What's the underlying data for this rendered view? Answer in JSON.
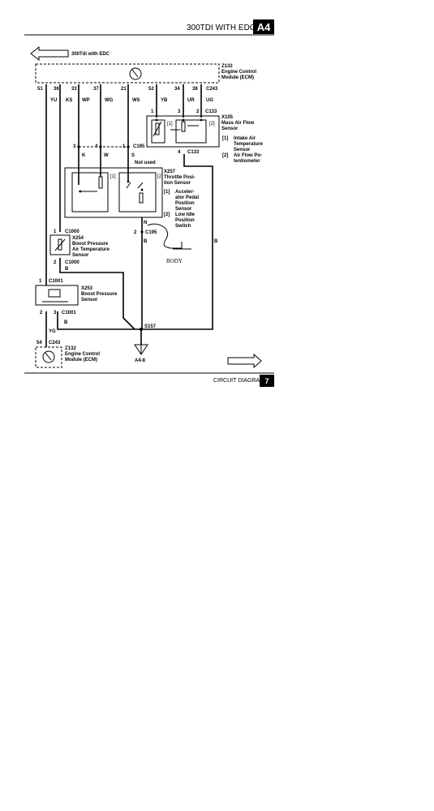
{
  "header": {
    "title": "300TDI WITH EDC",
    "section_badge": "A4"
  },
  "footer": {
    "label": "CIRCUIT DIAGRAM",
    "page_number": "7"
  },
  "top_arrow_label": "300Tdi with EDC",
  "ecm_top": {
    "id": "Z132",
    "name_line1": "Engine Control",
    "name_line2": "Module (ECM)",
    "connector": "C243",
    "pins": [
      "51",
      "36",
      "33",
      "37",
      "21",
      "52",
      "34",
      "38"
    ],
    "wires": [
      "YU",
      "KS",
      "WP",
      "WG",
      "WS",
      "YB",
      "UR",
      "UG"
    ]
  },
  "maf_sensor": {
    "id": "X105",
    "name_line1": "Mass Air Flow",
    "name_line2": "Sensor",
    "top_pins": [
      "1",
      "3",
      "2"
    ],
    "top_connector": "C133",
    "bottom_pin": "4",
    "bottom_connector": "C133",
    "sub_labels": [
      "[1]",
      "[2]"
    ],
    "notes": [
      {
        "marker": "[1]",
        "lines": [
          "Intake Air",
          "Temperature",
          "Sensor"
        ]
      },
      {
        "marker": "[2]",
        "lines": [
          "Air Flow Po-",
          "tentiometer"
        ]
      }
    ]
  },
  "c195_top": {
    "pins": [
      "3",
      "4",
      "1"
    ],
    "connector": "C195",
    "wires": [
      "K",
      "W",
      "S"
    ],
    "not_used": "Not used"
  },
  "throttle_sensor": {
    "id": "X257",
    "name_line1": "Throttle Posi-",
    "name_line2": "tion Sensor",
    "sub_labels": [
      "[1]",
      "[2]"
    ],
    "notes": [
      {
        "marker": "[1]",
        "lines": [
          "Acceler-",
          "ator Pedal",
          "Position",
          "Sensor"
        ]
      },
      {
        "marker": "[2]",
        "lines": [
          "Low Idle",
          "Position",
          "Switch"
        ]
      }
    ]
  },
  "c195_bottom": {
    "wire_top": "N",
    "pin": "2",
    "connector": "C195",
    "wire_bottom": "B",
    "ground_label": "BODY",
    "right_wire": "B"
  },
  "boost_temp_sensor": {
    "id": "X254",
    "name_lines": [
      "Boost Pressure",
      "Air Temperature",
      "Sensor"
    ],
    "top_pin": "1",
    "top_connector": "C1000",
    "bottom_pin": "2",
    "bottom_connector": "C1000",
    "wire": "B"
  },
  "boost_sensor": {
    "id": "X253",
    "name_lines": [
      "Boost Pressure",
      "Sensor"
    ],
    "top_pin": "1",
    "top_connector": "C1001",
    "bottom_pins": [
      "2",
      "3"
    ],
    "bottom_connector": "C1001",
    "wires": [
      "YG",
      "B"
    ]
  },
  "splice": {
    "id": "S157",
    "ground_ref": "A4-8"
  },
  "ecm_bottom": {
    "pin": "54",
    "connector": "C243",
    "id": "Z132",
    "name_line1": "Engine Control",
    "name_line2": "Module (ECM)"
  }
}
